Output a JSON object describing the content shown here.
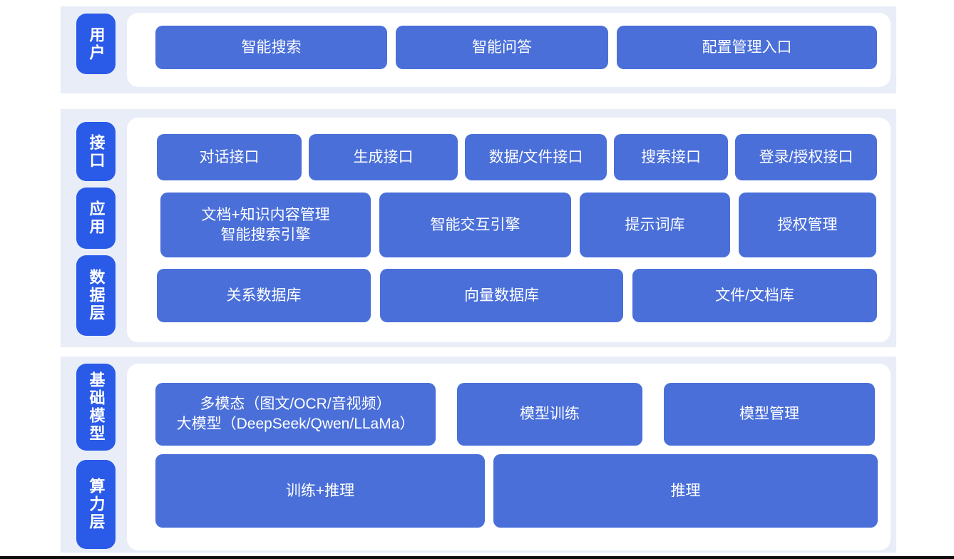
{
  "colors": {
    "layer_label_blue": "#2a5ae8",
    "node_blue": "#4a6fd9",
    "band_bg": "#e8edf8",
    "panel_bg": "#ffffff",
    "text_white": "#ffffff",
    "baseline_black": "#0b0b0b"
  },
  "layers": {
    "user": {
      "label": "用户",
      "nodes": [
        "智能搜索",
        "智能问答",
        "配置管理入口"
      ]
    },
    "interface": {
      "label": "接口",
      "nodes": [
        "对话接口",
        "生成接口",
        "数据/文件接口",
        "搜索接口",
        "登录/授权接口"
      ]
    },
    "application": {
      "label": "应用",
      "nodes": [
        {
          "line1": "文档+知识内容管理",
          "line2": "智能搜索引擎"
        },
        "智能交互引擎",
        "提示词库",
        "授权管理"
      ]
    },
    "data": {
      "label": "数据层",
      "nodes": [
        "关系数据库",
        "向量数据库",
        "文件/文档库"
      ]
    },
    "foundation_model": {
      "label": "基础模型",
      "nodes": [
        {
          "line1": "多模态（图文/OCR/音视频）",
          "line2": "大模型（DeepSeek/Qwen/LLaMa）"
        },
        "模型训练",
        "模型管理"
      ]
    },
    "compute": {
      "label": "算力层",
      "nodes": [
        "训练+推理",
        "推理"
      ]
    }
  }
}
